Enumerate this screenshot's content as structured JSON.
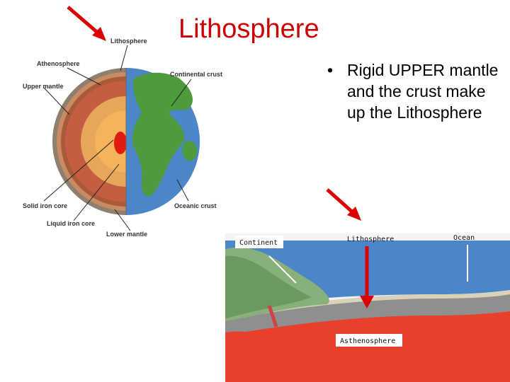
{
  "title": "Lithosphere",
  "bullet": {
    "marker": "•",
    "text": "Rigid UPPER mantle and the crust make up the Lithosphere"
  },
  "earth_diagram": {
    "labels": {
      "lithosphere": "Lithosphere",
      "athenosphere": "Athenosphere",
      "upper_mantle": "Upper mantle",
      "continental_crust": "Continental crust",
      "solid_iron_core": "Solid iron core",
      "oceanic_crust": "Oceanic crust",
      "liquid_iron_core": "Liquid iron core",
      "lower_mantle": "Lower mantle"
    }
  },
  "cross_section": {
    "labels": {
      "continent": "Continent",
      "lithosphere": "Lithosphere",
      "ocean": "Ocean",
      "asthenosphere": "Asthenosphere"
    }
  },
  "colors": {
    "title": "#cc0000",
    "arrow": "#dd0000",
    "ocean": "#4a86c8",
    "land": "#4e9a3c",
    "mantle_red": "#e8402a"
  }
}
